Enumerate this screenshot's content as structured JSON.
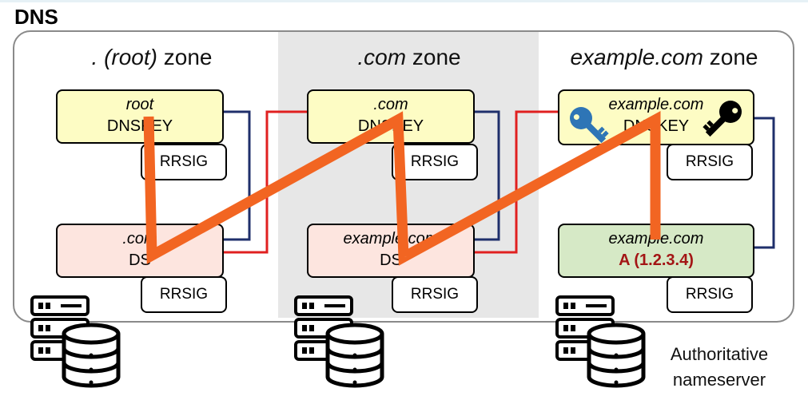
{
  "title": "DNS",
  "zones": [
    {
      "name_italic": ". (root)",
      "suffix": " zone"
    },
    {
      "name_italic": ".com",
      "suffix": " zone"
    },
    {
      "name_italic": "example.com",
      "suffix": " zone"
    }
  ],
  "records": {
    "root_dnskey": {
      "name": "root",
      "type": "DNSKEY"
    },
    "root_rrsig": "RRSIG",
    "root_ds": {
      "name": ".com",
      "type": "DS"
    },
    "root_ds_rrsig": "RRSIG",
    "com_dnskey": {
      "name": ".com",
      "type": "DNSKEY"
    },
    "com_rrsig": "RRSIG",
    "com_ds": {
      "name": "example.com",
      "type": "DS"
    },
    "com_ds_rrsig": "RRSIG",
    "ex_dnskey": {
      "name": "example.com",
      "type": "DNSKEY"
    },
    "ex_rrsig": "RRSIG",
    "ex_a": {
      "name": "example.com",
      "type": "A (1.2.3.4)"
    },
    "ex_a_rrsig": "RRSIG"
  },
  "nameserver_label": [
    "Authoritative",
    "nameserver"
  ],
  "colors": {
    "dnskey_fill": "#fdfcc4",
    "ds_fill": "#fde5df",
    "a_fill": "#d6e9c6",
    "chain_orange": "#f26522",
    "red_link": "#e02020",
    "navy_link": "#1f2f6b",
    "key_blue": "#2e75b6",
    "key_black": "#000000"
  }
}
